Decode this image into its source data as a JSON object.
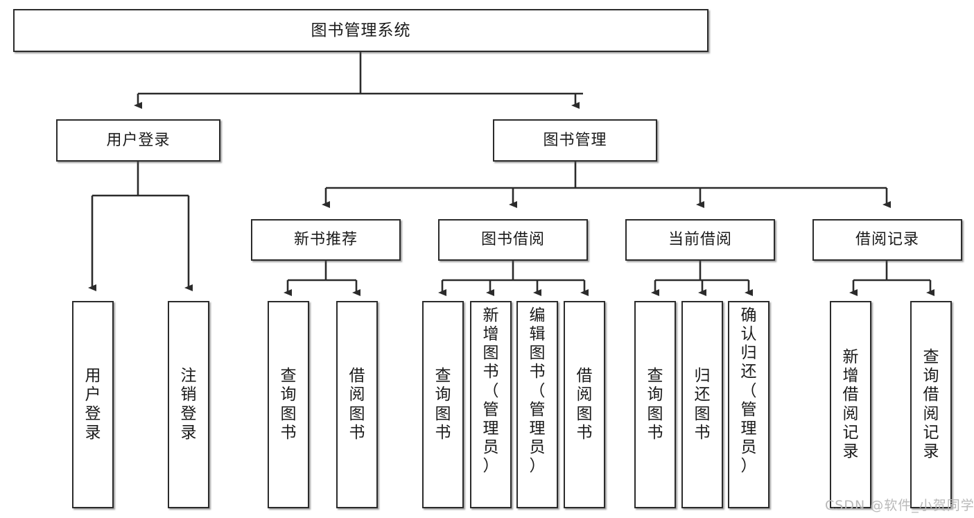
{
  "diagram": {
    "title": "图书管理系统",
    "type": "tree",
    "watermark": "CSDN @软件_小贺同学",
    "nodes": {
      "root": {
        "label": "图书管理系统"
      },
      "level2": [
        {
          "id": "user_login",
          "label": "用户登录"
        },
        {
          "id": "book_manage",
          "label": "图书管理"
        }
      ],
      "level3": [
        {
          "id": "new_book_rec",
          "label": "新书推荐"
        },
        {
          "id": "book_borrow",
          "label": "图书借阅"
        },
        {
          "id": "current_borrow",
          "label": "当前借阅"
        },
        {
          "id": "borrow_record",
          "label": "借阅记录"
        }
      ],
      "leaves": {
        "user_login": [
          {
            "id": "leaf_user_login",
            "label": "用\n户\n登\n录"
          },
          {
            "id": "leaf_logout",
            "label": "注\n销\n登\n录"
          }
        ],
        "new_book_rec": [
          {
            "id": "leaf_query_book_1",
            "label": "查\n询\n图\n书"
          },
          {
            "id": "leaf_borrow_book_1",
            "label": "借\n阅\n图\n书"
          }
        ],
        "book_borrow": [
          {
            "id": "leaf_query_book_2",
            "label": "查\n询\n图\n书"
          },
          {
            "id": "leaf_add_book",
            "label": "新\n增\n图\n书\n（\n管\n理\n员\n）"
          },
          {
            "id": "leaf_edit_book",
            "label": "编\n辑\n图\n书\n（\n管\n理\n员\n）"
          },
          {
            "id": "leaf_borrow_book_2",
            "label": "借\n阅\n图\n书"
          }
        ],
        "current_borrow": [
          {
            "id": "leaf_query_book_3",
            "label": "查\n询\n图\n书"
          },
          {
            "id": "leaf_return_book",
            "label": "归\n还\n图\n书"
          },
          {
            "id": "leaf_confirm_return",
            "label": "确\n认\n归\n还\n（\n管\n理\n员\n）"
          }
        ],
        "borrow_record": [
          {
            "id": "leaf_add_record",
            "label": "新\n增\n借\n阅\n记\n录"
          },
          {
            "id": "leaf_query_record",
            "label": "查\n询\n借\n阅\n记\n录"
          }
        ]
      }
    },
    "colors": {
      "border": "#2b2b2b",
      "background": "#ffffff",
      "text": "#1a1a1a",
      "watermark": "#b9b9b9"
    }
  }
}
